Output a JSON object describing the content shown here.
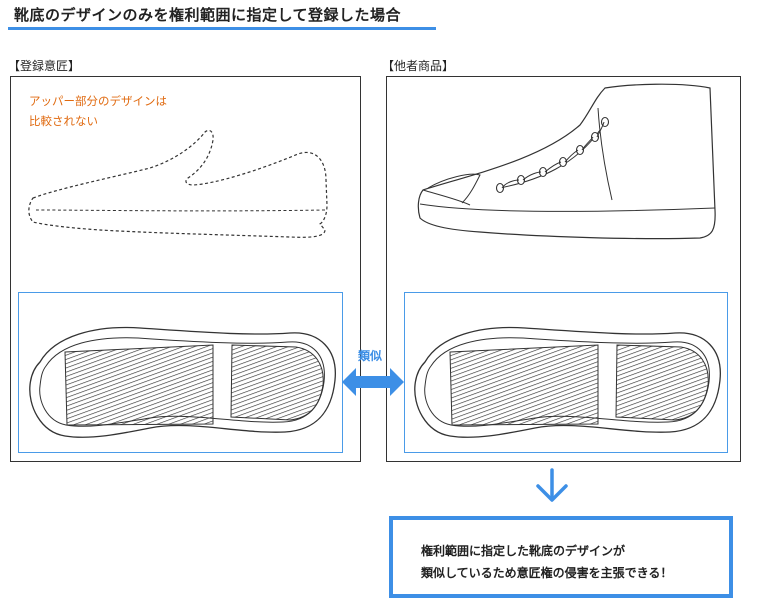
{
  "title": "靴底のデザインのみを権利範囲に指定して登録した場合",
  "left_panel": {
    "label": "【登録意匠】",
    "note_line1": "アッパー部分のデザインは",
    "note_line2": "比較されない"
  },
  "right_panel": {
    "label": "【他者商品】"
  },
  "similar_label": "類似",
  "result": {
    "line1": "権利範囲に指定した靴底のデザインが",
    "line2": "類似しているため意匠権の侵害を主張できる！"
  },
  "colors": {
    "accent_blue": "#3d8fe6",
    "note_orange": "#e06a10",
    "outline": "#333333"
  }
}
